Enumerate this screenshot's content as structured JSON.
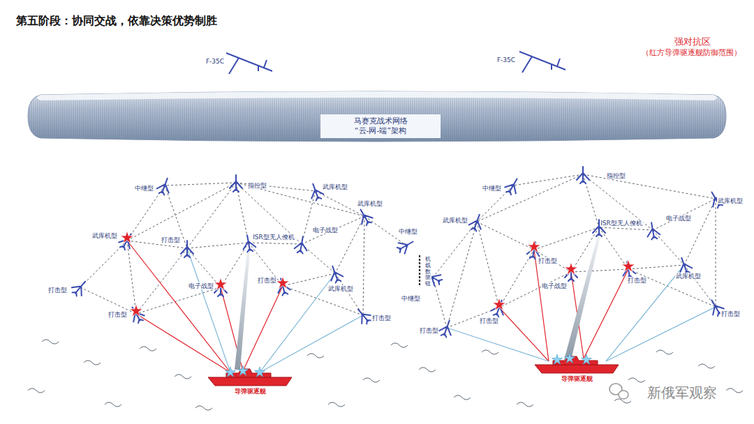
{
  "diagram": {
    "title": "第五阶段：协同交战，依靠决策优势制胜",
    "nodes": [
      {
        "text": [
          "马赛克战术网络 “云-网-端”架构"
        ]
      },
      {
        "text": [
          "导弹驱逐舰"
        ]
      },
      {
        "text": [
          "导弹驱逐舰"
        ]
      }
    ],
    "labels": [
      "强对抗区",
      "（红方导弹驱逐舰防御范围）",
      "F-35C",
      "F-35C",
      "中继型",
      "指控型",
      "武库机型",
      "武库机型",
      "武库机型",
      "打击型",
      "ISR型无人僚机",
      "电子战型",
      "中继型",
      "电子战型",
      "打击型",
      "中继型",
      "打击型",
      "武库机型",
      "打击型",
      "打击型",
      "指控型",
      "中继型",
      "武库机型",
      "武库机型",
      "ISR型无人僚机",
      "电子战型",
      "打击型",
      "电子战型",
      "打击型",
      "武库机型",
      "打击型",
      "打击型",
      "打击型",
      "机载数据链",
      "新俄军观察"
    ]
  }
}
